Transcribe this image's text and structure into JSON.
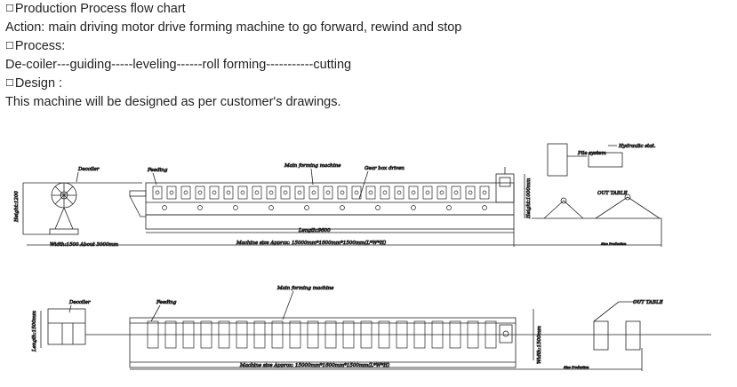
{
  "text": {
    "line1": "Production Process flow chart",
    "line2": "Action: main driving motor drive forming machine to go forward, rewind and stop",
    "line3": "Process:",
    "line4": "De-coiler---guiding-----leveling------roll forming-----------cutting",
    "line5": "Design :",
    "line6": "This machine will be designed as per customer's drawings.",
    "box_glyph": "☐"
  },
  "side_view": {
    "decoiler": "Decoiler",
    "feeding": "Feeding",
    "main_forming": "Main forming machine",
    "gear_box": "Gear box driven",
    "hydraulic_station": "Hydraulic stat.",
    "pile_system": "Pile system",
    "out_table": "OUT TABLE",
    "height_left": "Height:1200",
    "height_right": "Height:1000mm",
    "width_label": "Width:1500 About 3000mm",
    "length_label": "Length:9600",
    "machine_size": "Machine size Approx: 15000mm*1600mm*1500mm(L*W*H)",
    "small_note": "Sine Production"
  },
  "top_view": {
    "decoiler": "Decoiler",
    "feeding": "Feeding",
    "main_forming": "Main forming machine",
    "out_table": "OUT TABLE",
    "length_left": "Length:1500mm",
    "width_right": "Width:1500mm",
    "machine_size": "Machine size Approx: 15000mm*1600mm*1500mm(L*W*H)",
    "small_note": "Sine Production"
  }
}
